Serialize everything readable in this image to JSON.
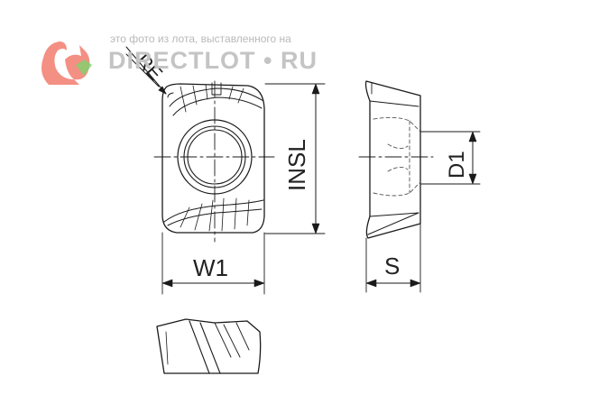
{
  "watermark": {
    "caption": "это фото из лота, выставленного на",
    "brand": "DIRECTLOT • RU"
  },
  "dimensions": {
    "radius": "RE",
    "length": "INSL",
    "width": "W1",
    "hole": "D1",
    "thickness": "S"
  },
  "colors": {
    "line": "#1a1a1a",
    "hidden": "#555555",
    "watermark_logo": "#f06a5a",
    "watermark_gem": "#7ed36a",
    "watermark_text": "#c4c4c4"
  }
}
